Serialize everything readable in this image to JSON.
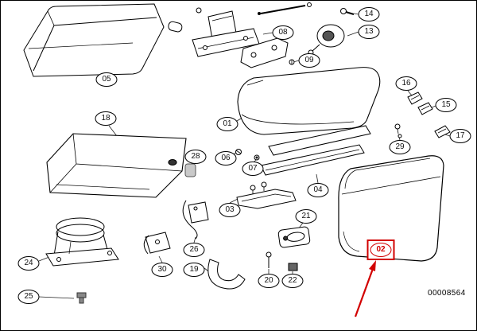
{
  "diagram": {
    "id_label": "00008564",
    "colors": {
      "highlight": "#d20000",
      "line": "#000000",
      "background": "#ffffff"
    },
    "callouts": [
      {
        "num": "05"
      },
      {
        "num": "18"
      },
      {
        "num": "24"
      },
      {
        "num": "25"
      },
      {
        "num": "28"
      },
      {
        "num": "06"
      },
      {
        "num": "07"
      },
      {
        "num": "01"
      },
      {
        "num": "03"
      },
      {
        "num": "26"
      },
      {
        "num": "30"
      },
      {
        "num": "19"
      },
      {
        "num": "04"
      },
      {
        "num": "21"
      },
      {
        "num": "20"
      },
      {
        "num": "22"
      },
      {
        "num": "08"
      },
      {
        "num": "09"
      },
      {
        "num": "13"
      },
      {
        "num": "14"
      },
      {
        "num": "16"
      },
      {
        "num": "15"
      },
      {
        "num": "17"
      },
      {
        "num": "29"
      }
    ],
    "highlighted_callout": {
      "num": "02"
    }
  }
}
